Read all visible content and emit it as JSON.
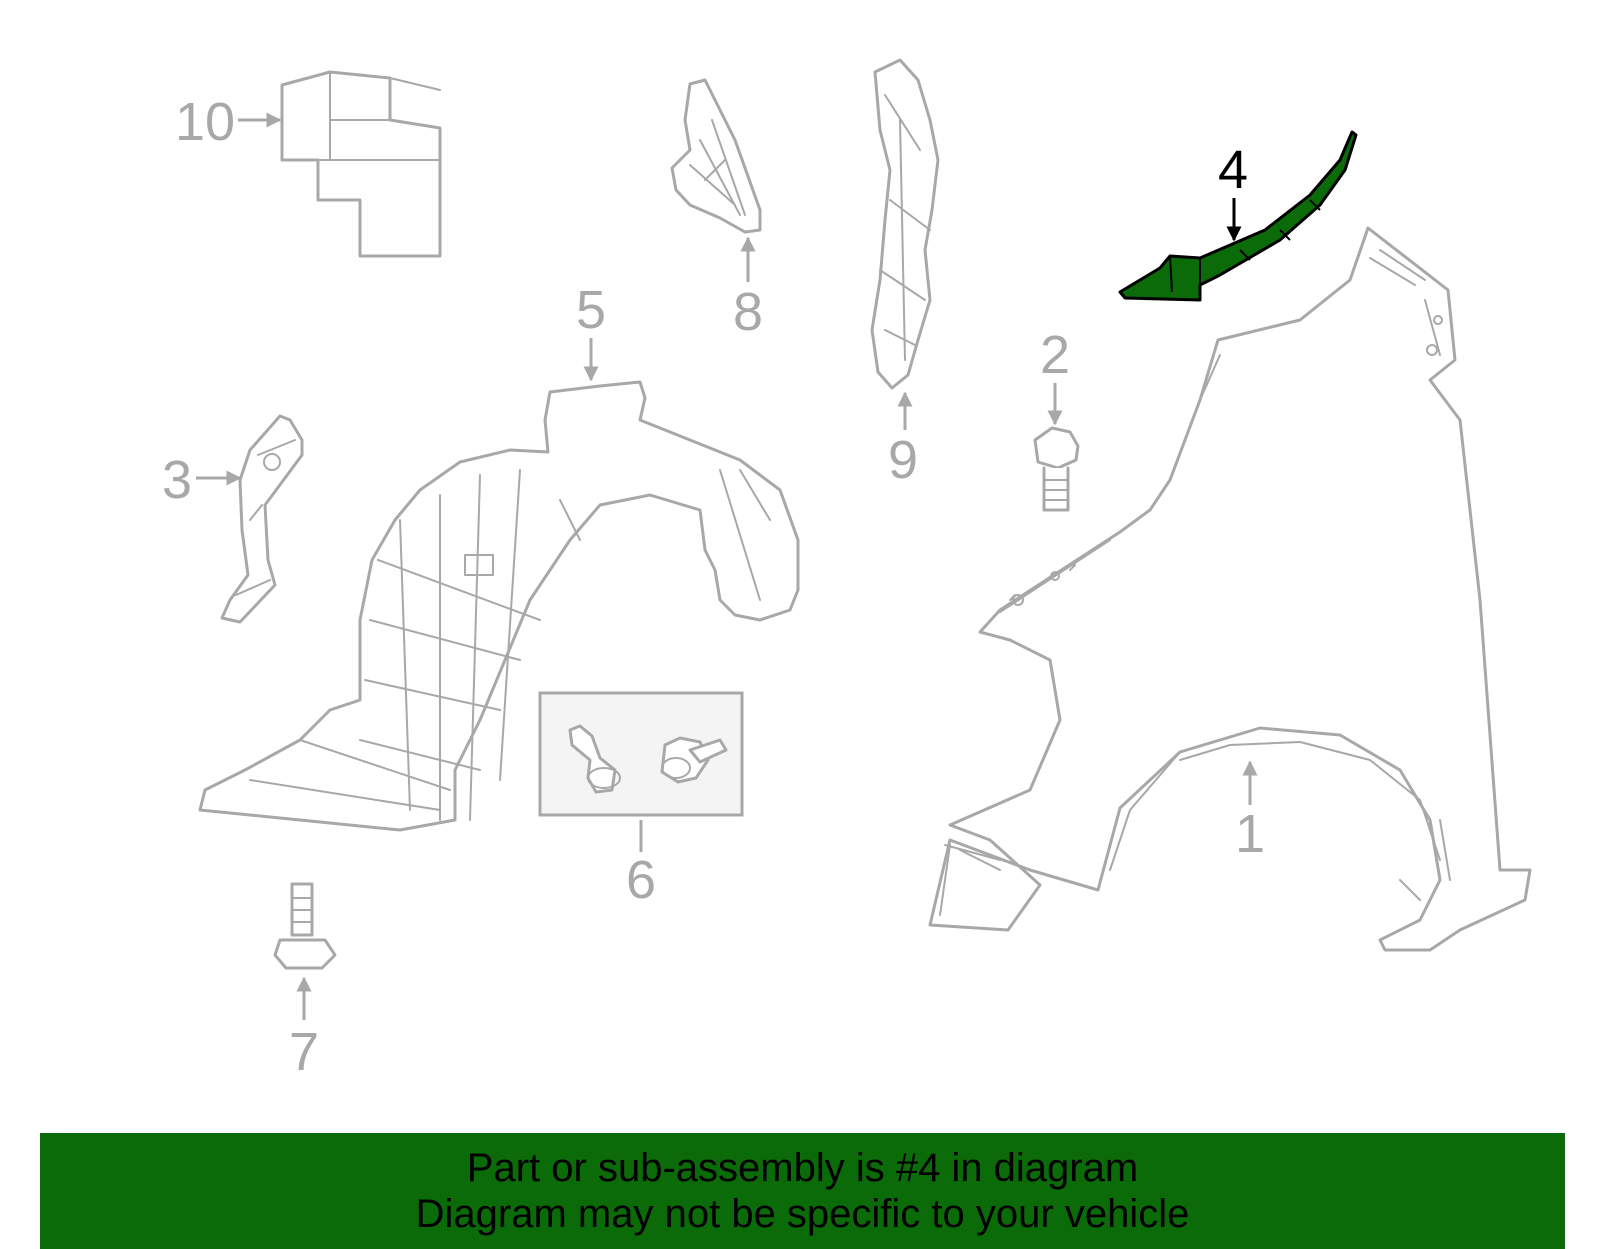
{
  "diagram": {
    "callouts": {
      "c1": "1",
      "c2": "2",
      "c3": "3",
      "c4": "4",
      "c5": "5",
      "c6": "6",
      "c7": "7",
      "c8": "8",
      "c9": "9",
      "c10": "10"
    },
    "highlighted_part": "4",
    "highlight_color": "#0b6b08",
    "line_color": "#a8a8a8"
  },
  "banner": {
    "line1": "Part or sub-assembly is #4 in diagram",
    "line2": "Diagram may not be specific to your vehicle",
    "background": "#0b6b08"
  }
}
